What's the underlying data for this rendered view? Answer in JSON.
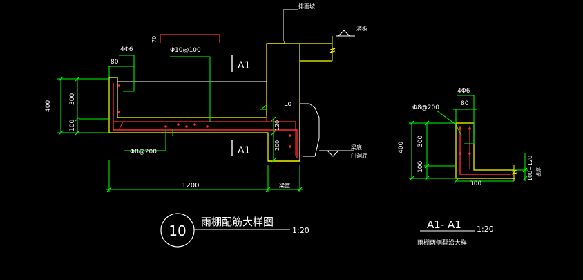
{
  "colors": {
    "background": "#000000",
    "outline": "#ffff00",
    "dimension": "#00ff00",
    "rebar": "#ff2a2a",
    "leader": "#ffffff",
    "text": "#ffffff",
    "slab_top_dim": "#ff3333"
  },
  "main_detail": {
    "labels": {
      "top_note": "排面坡",
      "top_right": "滴板",
      "dim_70": "70",
      "bars_4phi6": "4Φ6",
      "bar_phi10": "Φ10@100",
      "dim_80": "80",
      "dim_400": "400",
      "dim_300": "300",
      "dim_100": "100",
      "section_top": "A1",
      "section_bottom": "A1",
      "lo": "Lo",
      "dim_120": "120",
      "dim_200": "200",
      "bar_phi8": "Φ8@200",
      "dim_1200": "1200",
      "beam_width": "梁宽",
      "lintel_1": "梁底",
      "lintel_2": "门洞底"
    },
    "title_number": "10",
    "title_text": "雨棚配筋大样图",
    "scale": "1:20"
  },
  "section_detail": {
    "labels": {
      "bars_4phi6": "4Φ6",
      "bar_phi8": "Φ8@200",
      "dim_80": "80",
      "dim_400": "400",
      "dim_300": "300",
      "dim_100": "100",
      "dim_300_bottom": "300",
      "dim_100_120": "100~120",
      "slab_note": "板厚"
    },
    "title": "A1- A1",
    "scale": "1:20",
    "subtitle": "雨棚两侧翻沿大样"
  }
}
